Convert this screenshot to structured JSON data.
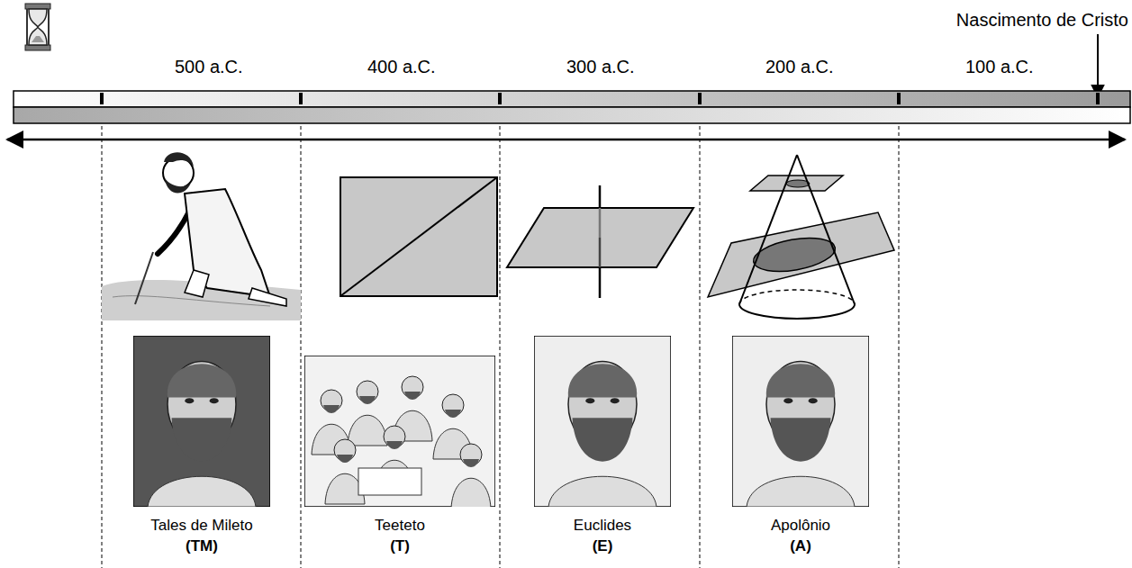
{
  "diagram": {
    "nodes": [
      {
        "text": [
          "Tales de Mileto",
          "(TM)"
        ]
      },
      {
        "text": [
          "Teeteto",
          "(T)"
        ]
      },
      {
        "text": [
          "Euclides",
          "(E)"
        ]
      },
      {
        "text": [
          "Apolônio",
          "(A)"
        ]
      }
    ],
    "labels": [
      "500 a.C.",
      "400 a.C.",
      "300 a.C.",
      "200 a.C.",
      "100 a.C.",
      "Nascimento de Cristo"
    ]
  }
}
